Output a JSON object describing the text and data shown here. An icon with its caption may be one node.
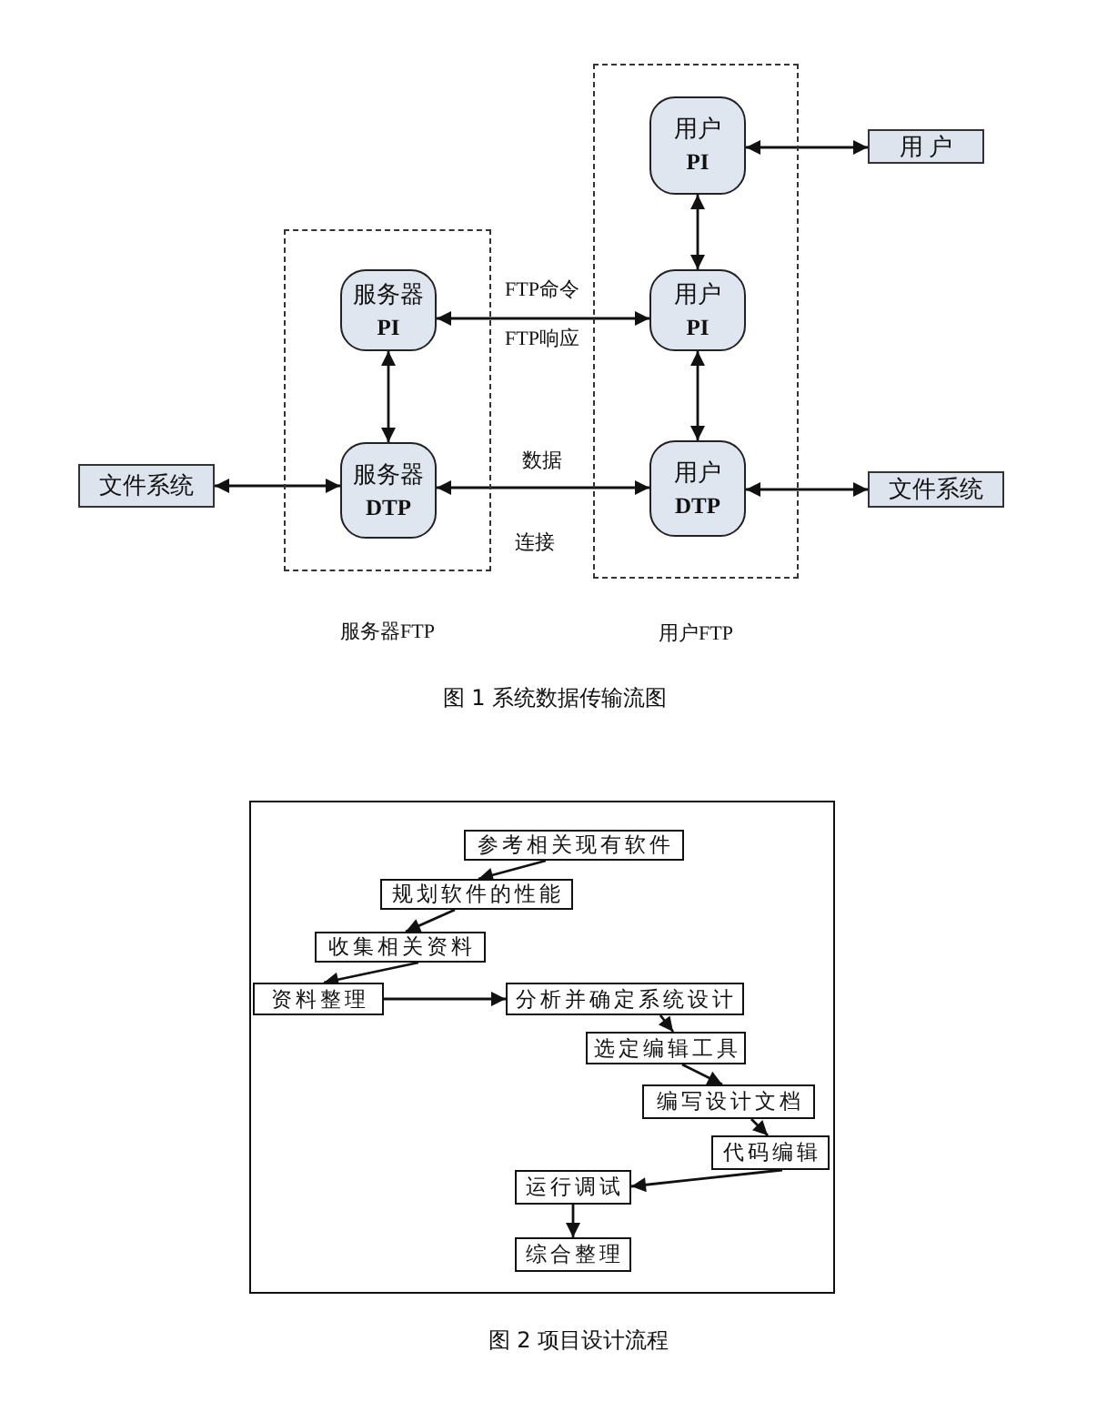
{
  "diagram": {
    "nodes": [
      {
        "text": [
          "服务器FTP"
        ]
      },
      {
        "text": [
          "服务器",
          "PI"
        ],
        "in": 0
      },
      {
        "text": [
          "服务器",
          "DTP"
        ],
        "in": 0
      },
      {
        "text": [
          "用户FTP"
        ]
      },
      {
        "text": [
          "用户",
          "PI"
        ],
        "in": 3
      },
      {
        "text": [
          "用户",
          "PI"
        ],
        "in": 3
      },
      {
        "text": [
          "用户",
          "DTP"
        ],
        "in": 3
      },
      {
        "text": [
          "用 户"
        ]
      },
      {
        "text": [
          "文件系统"
        ]
      },
      {
        "text": [
          "文件系统"
        ]
      },
      {
        "text": [
          "参考相关现有软件"
        ]
      },
      {
        "text": [
          "规划软件的性能"
        ]
      },
      {
        "text": [
          "收集相关资料"
        ]
      },
      {
        "text": [
          "资料整理"
        ]
      },
      {
        "text": [
          "分析并确定系统设计"
        ]
      },
      {
        "text": [
          "选定编辑工具"
        ]
      },
      {
        "text": [
          "编写设计文档"
        ]
      },
      {
        "text": [
          "代码编辑"
        ]
      },
      {
        "text": [
          "运行调试"
        ]
      },
      {
        "text": [
          "综合整理"
        ]
      }
    ],
    "edges": [
      {
        "from": 4,
        "to": 7,
        "arrow": "both"
      },
      {
        "from": 4,
        "to": 5,
        "arrow": "both"
      },
      {
        "from": 1,
        "to": 5,
        "arrow": "both",
        "label": "FTP命令"
      },
      {
        "from": 1,
        "to": 2,
        "arrow": "both"
      },
      {
        "from": 5,
        "to": 6,
        "arrow": "both"
      },
      {
        "from": 8,
        "to": 2,
        "arrow": "both"
      },
      {
        "from": 2,
        "to": 6,
        "arrow": "both",
        "label": "数据"
      },
      {
        "from": 6,
        "to": 9,
        "arrow": "both"
      },
      {
        "from": 10,
        "to": 11,
        "arrow": "to"
      },
      {
        "from": 11,
        "to": 12,
        "arrow": "to"
      },
      {
        "from": 12,
        "to": 13,
        "arrow": "to"
      },
      {
        "from": 13,
        "to": 14,
        "arrow": "to"
      },
      {
        "from": 14,
        "to": 15,
        "arrow": "to"
      },
      {
        "from": 15,
        "to": 16,
        "arrow": "to"
      },
      {
        "from": 16,
        "to": 17,
        "arrow": "to"
      },
      {
        "from": 17,
        "to": 18,
        "arrow": "to"
      },
      {
        "from": 18,
        "to": 19,
        "arrow": "to"
      }
    ],
    "labels": [
      "FTP响应",
      "连接",
      "图 1 系统数据传输流图",
      "图 2 项目设计流程"
    ]
  }
}
